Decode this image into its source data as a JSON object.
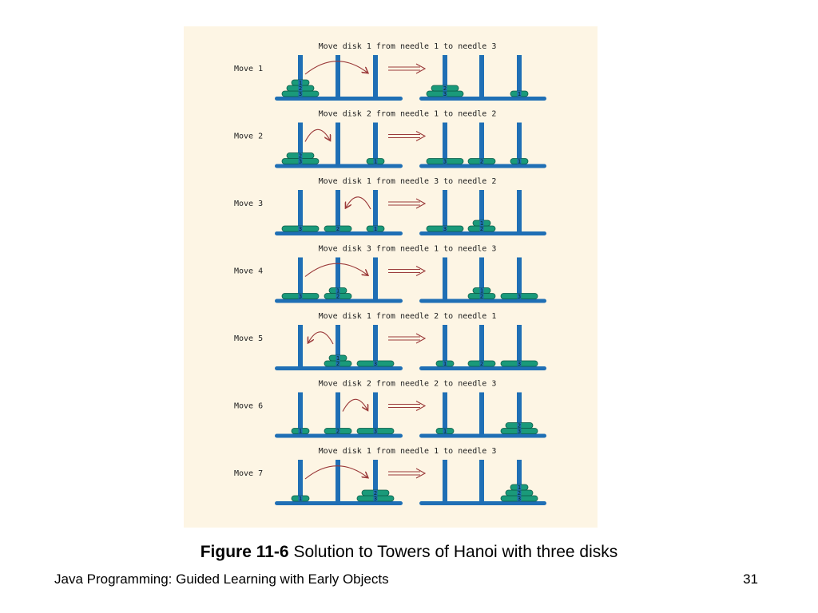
{
  "figure": {
    "background": "#fdf5e4",
    "needle_color": "#1f6fb5",
    "disk_color": "#1a9a7a",
    "disk_outline": "#0b5a46",
    "arrow_color": "#9b3a3a",
    "moves": [
      {
        "label": "Move 1",
        "description": "Move disk 1 from needle 1 to needle 3",
        "from": 1,
        "to": 3,
        "before": [
          [
            3,
            2,
            1
          ],
          [],
          []
        ],
        "after": [
          [
            3,
            2
          ],
          [],
          [
            1
          ]
        ]
      },
      {
        "label": "Move 2",
        "description": "Move disk 2 from needle 1 to needle 2",
        "from": 1,
        "to": 2,
        "before": [
          [
            3,
            2
          ],
          [],
          [
            1
          ]
        ],
        "after": [
          [
            3
          ],
          [
            2
          ],
          [
            1
          ]
        ]
      },
      {
        "label": "Move 3",
        "description": "Move disk 1 from needle 3 to needle 2",
        "from": 3,
        "to": 2,
        "before": [
          [
            3
          ],
          [
            2
          ],
          [
            1
          ]
        ],
        "after": [
          [
            3
          ],
          [
            2,
            1
          ],
          []
        ]
      },
      {
        "label": "Move 4",
        "description": "Move disk 3 from needle 1 to needle 3",
        "from": 1,
        "to": 3,
        "before": [
          [
            3
          ],
          [
            2,
            1
          ],
          []
        ],
        "after": [
          [],
          [
            2,
            1
          ],
          [
            3
          ]
        ]
      },
      {
        "label": "Move 5",
        "description": "Move disk 1 from needle 2 to needle 1",
        "from": 2,
        "to": 1,
        "before": [
          [],
          [
            2,
            1
          ],
          [
            3
          ]
        ],
        "after": [
          [
            1
          ],
          [
            2
          ],
          [
            3
          ]
        ]
      },
      {
        "label": "Move 6",
        "description": "Move disk 2 from needle 2 to needle 3",
        "from": 2,
        "to": 3,
        "before": [
          [
            1
          ],
          [
            2
          ],
          [
            3
          ]
        ],
        "after": [
          [
            1
          ],
          [],
          [
            3,
            2
          ]
        ]
      },
      {
        "label": "Move 7",
        "description": "Move disk 1 from needle 1 to needle 3",
        "from": 1,
        "to": 3,
        "before": [
          [
            1
          ],
          [],
          [
            3,
            2
          ]
        ],
        "after": [
          [],
          [],
          [
            3,
            2,
            1
          ]
        ]
      }
    ]
  },
  "caption": {
    "label": "Figure 11-6",
    "text": "Solution to Towers of Hanoi with three disks"
  },
  "footer": {
    "book_title": "Java Programming: Guided Learning with Early Objects",
    "page_number": "31"
  }
}
